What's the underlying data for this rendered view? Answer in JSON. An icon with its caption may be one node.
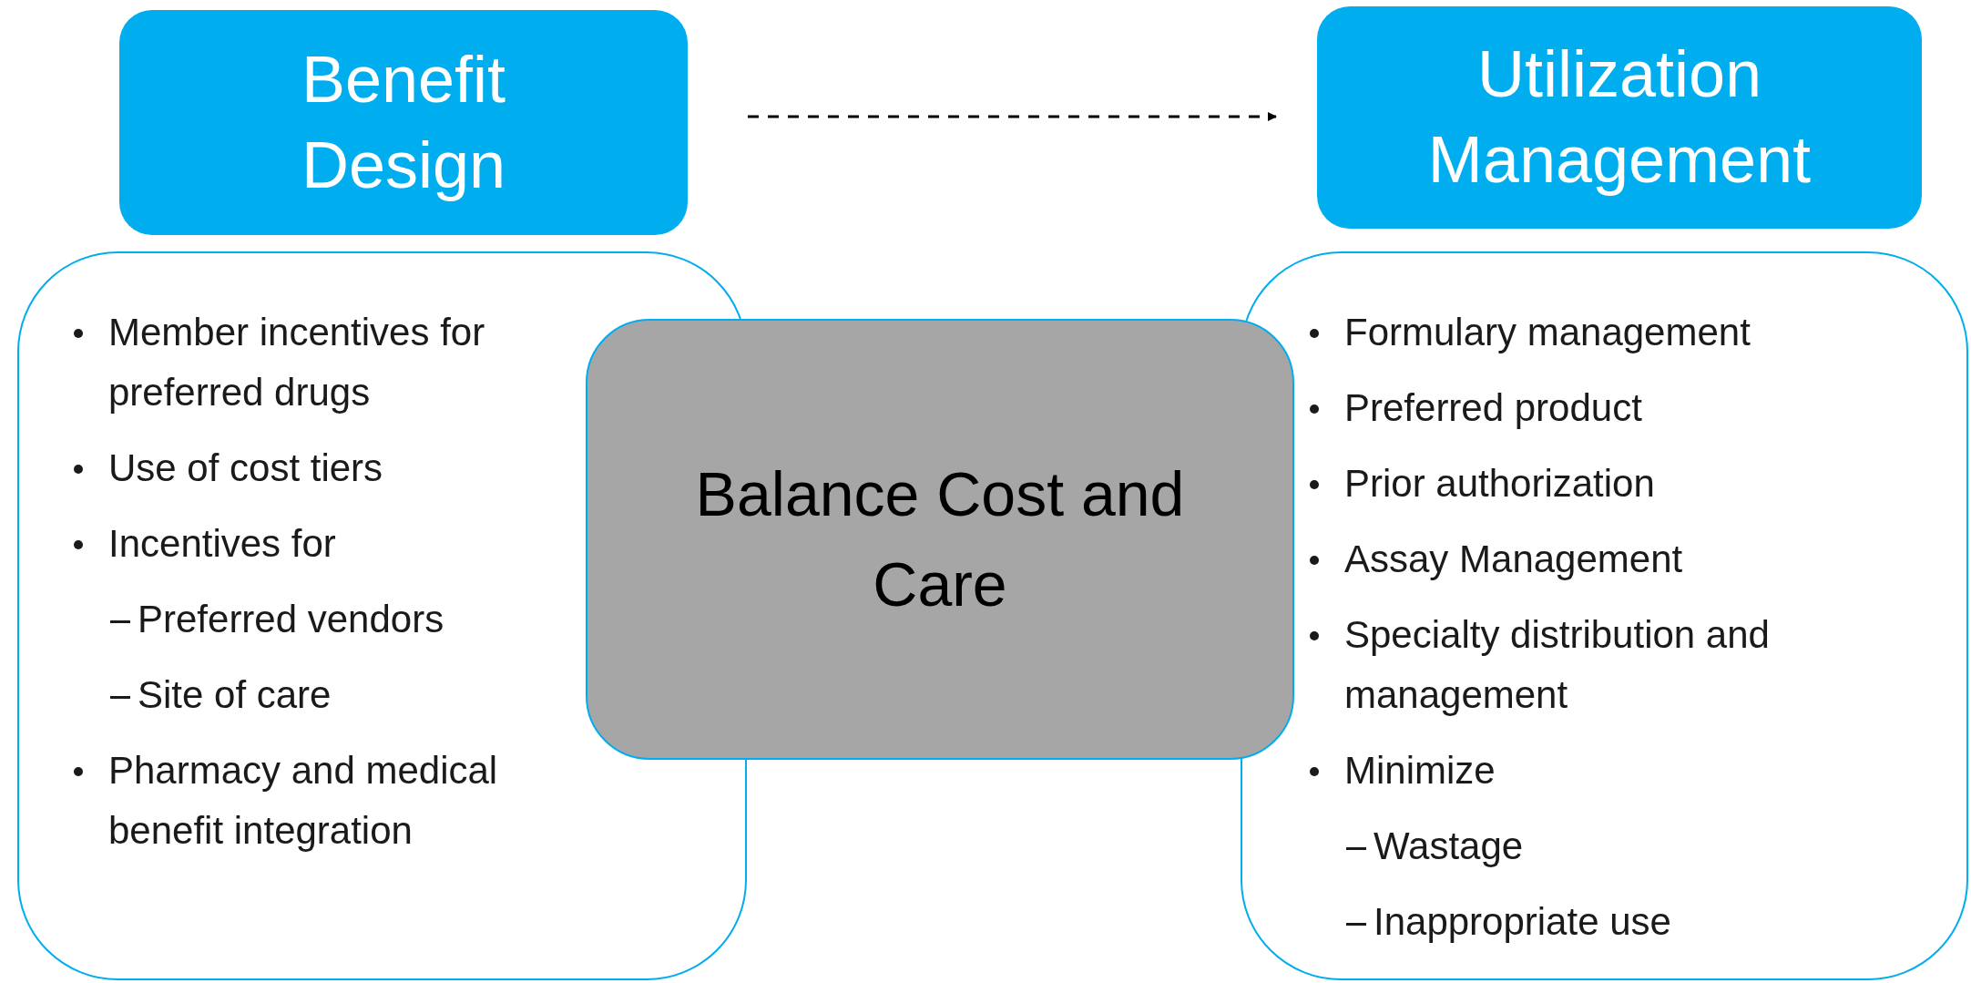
{
  "diagram": {
    "nodes": [
      {
        "text": [
          "Benefit Design"
        ]
      },
      {
        "text": [
          "Utilization Management"
        ]
      },
      {
        "text": [
          "Member incentives for preferred drugs",
          "Use of cost tiers",
          "Incentives for",
          "Preferred vendors",
          "Site of care",
          "Pharmacy and medical benefit integration"
        ]
      },
      {
        "text": [
          "Formulary management",
          "Preferred product",
          "Prior authorization",
          "Assay Management",
          "Specialty distribution and management",
          "Minimize",
          "Wastage",
          "Inappropriate use"
        ]
      },
      {
        "text": [
          "Balance Cost and Care"
        ]
      }
    ],
    "edges": [
      {
        "from": 0,
        "to": 1,
        "arrow": "to",
        "style": "dashed"
      }
    ]
  }
}
